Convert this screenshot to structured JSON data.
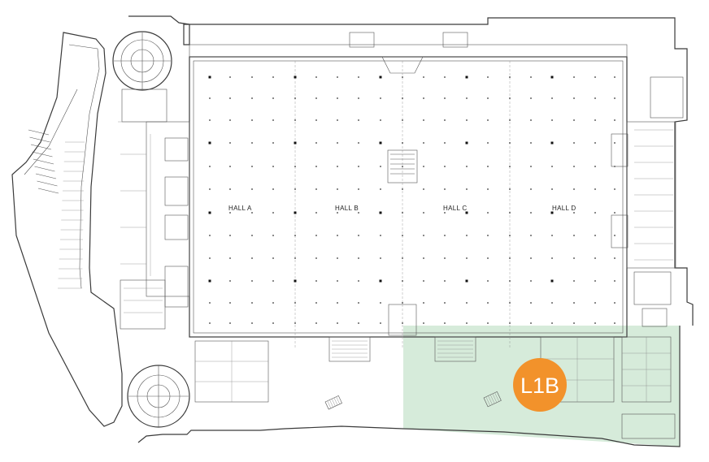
{
  "halls": [
    {
      "id": "hall-a",
      "label": "HALL A"
    },
    {
      "id": "hall-b",
      "label": "HALL B"
    },
    {
      "id": "hall-c",
      "label": "HALL C"
    },
    {
      "id": "hall-d",
      "label": "HALL D"
    }
  ],
  "highlight": {
    "label": "L1B",
    "area_color": "#cfe8d4",
    "badge_color": "#f2922b"
  }
}
